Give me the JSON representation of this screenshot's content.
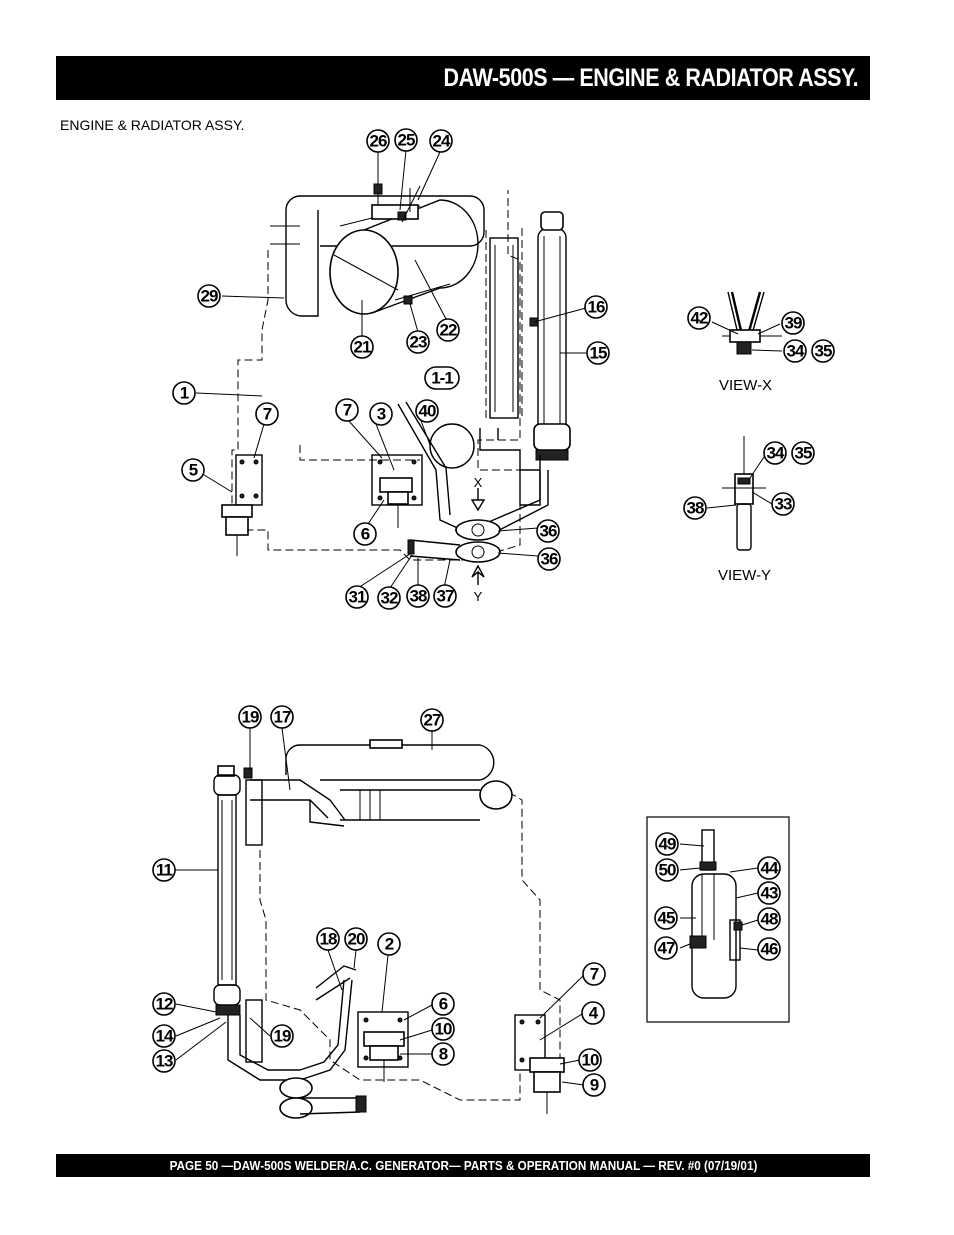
{
  "header": {
    "title": "DAW-500S  — ENGINE & RADIATOR ASSY."
  },
  "section_label": "ENGINE  & RADIATOR  ASSY.",
  "views": {
    "view_x": "VIEW-X",
    "view_y": "VIEW-Y",
    "arrow_x": "X",
    "arrow_y": "Y"
  },
  "callouts": {
    "top": [
      "26",
      "25",
      "24",
      "29",
      "21",
      "23",
      "22",
      "16",
      "15",
      "1",
      "1-1",
      "7",
      "3",
      "40",
      "7",
      "5",
      "6",
      "36",
      "36",
      "31",
      "32",
      "38",
      "37"
    ],
    "view_x": [
      "42",
      "39",
      "34",
      "35"
    ],
    "view_y": [
      "34",
      "35",
      "38",
      "33"
    ],
    "bottom": [
      "19",
      "17",
      "27",
      "11",
      "18",
      "20",
      "2",
      "12",
      "14",
      "13",
      "19",
      "6",
      "10",
      "8",
      "7",
      "4",
      "10",
      "9"
    ],
    "inset": [
      "49",
      "50",
      "44",
      "43",
      "45",
      "48",
      "47",
      "46"
    ]
  },
  "footer": {
    "text": "PAGE 50 —DAW-500S  WELDER/A.C. GENERATOR— PARTS & OPERATION MANUAL — REV. #0 (07/19/01)"
  }
}
